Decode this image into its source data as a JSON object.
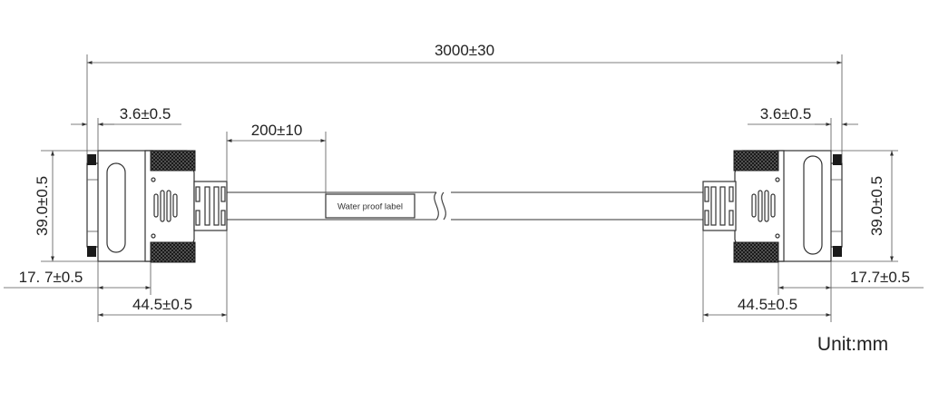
{
  "dimensions": {
    "overall_length": "3000±30",
    "left_flange": "3.6±0.5",
    "right_flange": "3.6±0.5",
    "label_offset": "200±10",
    "left_height": "39.0±0.5",
    "right_height": "39.0±0.5",
    "left_pin_offset": "17. 7±0.5",
    "right_pin_offset": "17.7±0.5",
    "left_connector_length": "44.5±0.5",
    "right_connector_length": "44.5±0.5"
  },
  "label": {
    "text": "Water proof label"
  },
  "unit": {
    "text": "Unit:mm"
  }
}
